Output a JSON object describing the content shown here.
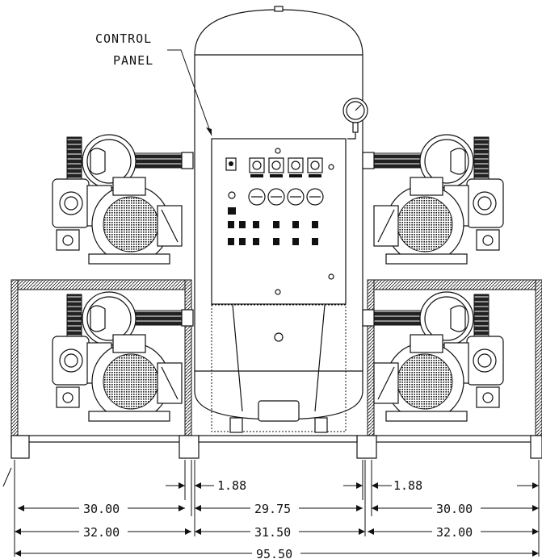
{
  "callouts": {
    "control_panel_line1": "CONTROL",
    "control_panel_line2": "PANEL"
  },
  "dimensions": {
    "gap_left": "1.88",
    "gap_right": "1.88",
    "row1_left": "30.00",
    "row1_center": "29.75",
    "row1_right": "30.00",
    "row2_left": "32.00",
    "row2_center": "31.50",
    "row2_right": "32.00",
    "overall": "95.50"
  }
}
